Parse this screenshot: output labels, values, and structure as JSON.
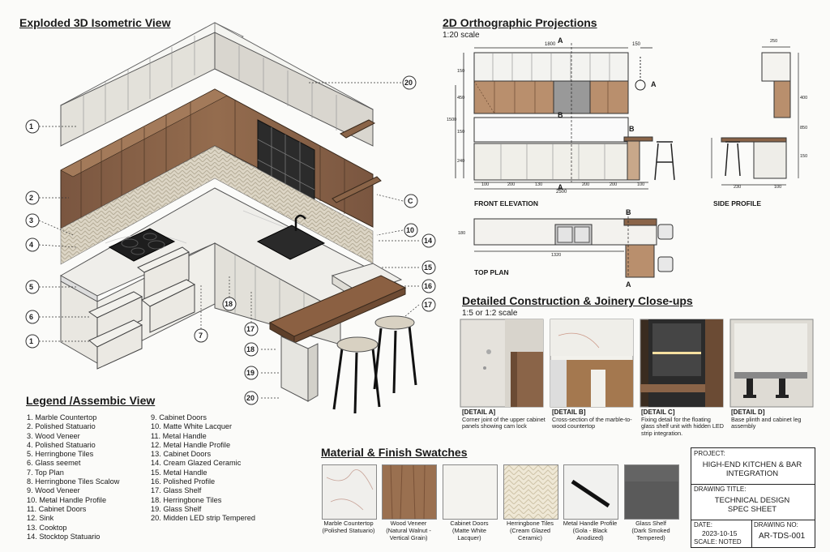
{
  "sections": {
    "iso_title": "Exploded 3D Isometric View",
    "ortho_title": "2D Orthographic Projections",
    "ortho_scale": "1:20 scale",
    "front_elevation": "FRONT ELEVATION",
    "side_profile": "SIDE PROFILE",
    "top_plan": "TOP PLAN",
    "detail_title": "Detailed Construction & Joinery Close-ups",
    "detail_scale": "1:5 or 1:2 scale",
    "legend_title": "Legend /Assembic View",
    "swatch_title": "Material & Finish Swatches"
  },
  "callouts_left": [
    "1",
    "2",
    "3",
    "4",
    "5",
    "6",
    "1"
  ],
  "callouts_right": [
    "20",
    "C",
    "10",
    "14",
    "15",
    "16",
    "17"
  ],
  "callouts_bottom": [
    "18",
    "17",
    "18",
    "19",
    "20",
    "7"
  ],
  "section_markers": {
    "a": "A",
    "b": "B"
  },
  "dimensions": {
    "top_width": "1800",
    "w150": "150",
    "front_total": "2500",
    "segs": [
      "100",
      "200",
      "130",
      "200",
      "200",
      "100"
    ],
    "heights": [
      "150",
      "450",
      "1500",
      "150",
      "240"
    ],
    "plan_len": "1320",
    "plan_h": "180",
    "side_top": "250",
    "side_bottom": [
      "230",
      "100"
    ],
    "side_heights": [
      "400",
      "850",
      "150"
    ]
  },
  "details": [
    {
      "label": "[DETAIL A]",
      "text": "Corner joint of the upper cabinet panels showing cam lock"
    },
    {
      "label": "[DETAIL B]",
      "text": "Cross-section of the marble-to-wood countertop"
    },
    {
      "label": "[DETAIL C]",
      "text": "Fixing detail for the floating glass shelf unit with hidden LED strip integration."
    },
    {
      "label": "[DETAIL D]",
      "text": "Base plinth and cabinet leg assembly"
    }
  ],
  "legend_col1": [
    "1. Marble Countertop",
    "2. Polished Statuario",
    "3. Wood Veneer",
    "4. Polished Statuario",
    "5. Herringbone Tiles",
    "6. Glass seemet",
    "7. Top Plan",
    "8. Herringbone Tiles Scalow",
    "9. Wood Veneer",
    "10. Metal Handle Profile",
    "11. Cabinet Doors",
    "12. Sink",
    "13. Cooktop",
    "14. Stocktop Statuario"
  ],
  "legend_col2": [
    "9. Cabinet Doors",
    "10. Matte White Lacquer",
    "11. Metal Handle",
    "12. Metal Handle Profile",
    "13. Cabinet Doors",
    "14. Cream Glazed Ceramic",
    "15. Metal Handle",
    "16. Polished Profile",
    "17. Glass Shelf",
    "18. Herringbone Tiles",
    "19. Glass Shelf",
    "20. Midden LED strip Tempered"
  ],
  "swatches": [
    {
      "line1": "Marble Countertop",
      "line2": "(Polished Statuario)"
    },
    {
      "line1": "Wood Veneer",
      "line2": "(Natural Walnut -",
      "line3": "Vertical Grain)"
    },
    {
      "line1": "Cabinet Doors",
      "line2": "(Matte White",
      "line3": "Lacquer)"
    },
    {
      "line1": "Herringbone Tiles",
      "line2": "(Cream Glazed",
      "line3": "Ceramic)"
    },
    {
      "line1": "Metal Handle Profile",
      "line2": "(Gola - Black",
      "line3": "Anodized)"
    },
    {
      "line1": "Glass Shelf",
      "line2": "(Dark Smoked",
      "line3": "Tempered)"
    }
  ],
  "title_block": {
    "project_label": "PROJECT:",
    "project_line1": "HIGH-END KITCHEN & BAR",
    "project_line2": "INTEGRATION",
    "drawing_title_label": "DRAWING TITLE:",
    "drawing_title_line1": "TECHNICAL DESIGN",
    "drawing_title_line2": "SPEC SHEET",
    "date_label": "DATE:",
    "date": "2023-10-15",
    "scale": "SCALE: NOTED",
    "drawing_no_label": "DRAWING NO:",
    "drawing_no": "AR-TDS-001"
  },
  "colors": {
    "wood": "#8a6448",
    "wood_dark": "#6b4b34",
    "white_cab": "#e7e5df",
    "marble": "#ecebe7",
    "tile": "#d9d3c5",
    "black": "#1f1f1f",
    "glass": "#4c4c4c"
  }
}
